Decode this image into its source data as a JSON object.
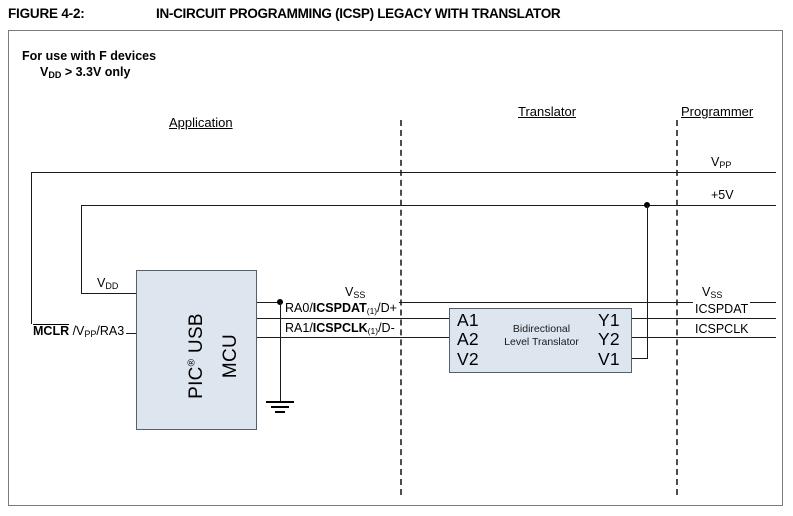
{
  "figure": {
    "number": "FIGURE 4-2:",
    "title": "IN-CIRCUIT PROGRAMMING (ICSP) LEGACY WITH TRANSLATOR"
  },
  "note": {
    "line1": "For use with F devices",
    "line2_prefix": "V",
    "line2_sub": "DD",
    "line2_rest": " > 3.3V only"
  },
  "sections": {
    "application": "Application",
    "translator": "Translator",
    "programmer": "Programmer"
  },
  "mcu": {
    "line1_prefix": "PIC",
    "line1_reg": "®",
    "line1_suffix": " USB",
    "line2": "MCU",
    "pin_vdd_prefix": "V",
    "pin_vdd_sub": "DD",
    "pin_mclr_bar": "MCLR",
    "pin_mclr_rest_a": " /V",
    "pin_mclr_sub": "PP",
    "pin_mclr_rest_b": "/RA3",
    "pin_vss_prefix": "V",
    "pin_vss_sub": "SS"
  },
  "signals": {
    "ra0": {
      "prefix": "RA0/",
      "bold": "ICSPDAT",
      "note": "(1)",
      "suffix": "/D+"
    },
    "ra1": {
      "prefix": "RA1/",
      "bold": "ICSPCLK",
      "note": "(1)",
      "suffix": "/D-"
    }
  },
  "translator": {
    "center_line1": "Bidirectional",
    "center_line2": "Level Translator",
    "pins_left": [
      "A1",
      "A2",
      "V2"
    ],
    "pins_right": [
      "Y1",
      "Y2",
      "V1"
    ]
  },
  "programmer": {
    "vpp_prefix": "V",
    "vpp_sub": "PP",
    "plus5v": "+5V",
    "vss_prefix": "V",
    "vss_sub": "SS",
    "icspdat": "ICSPDAT",
    "icspclk": "ICSPCLK"
  },
  "colors": {
    "chip_fill": "#dde5ef",
    "chip_stroke": "#55606e",
    "wire": "#1a1a1a",
    "frame": "#7b7b7b"
  }
}
